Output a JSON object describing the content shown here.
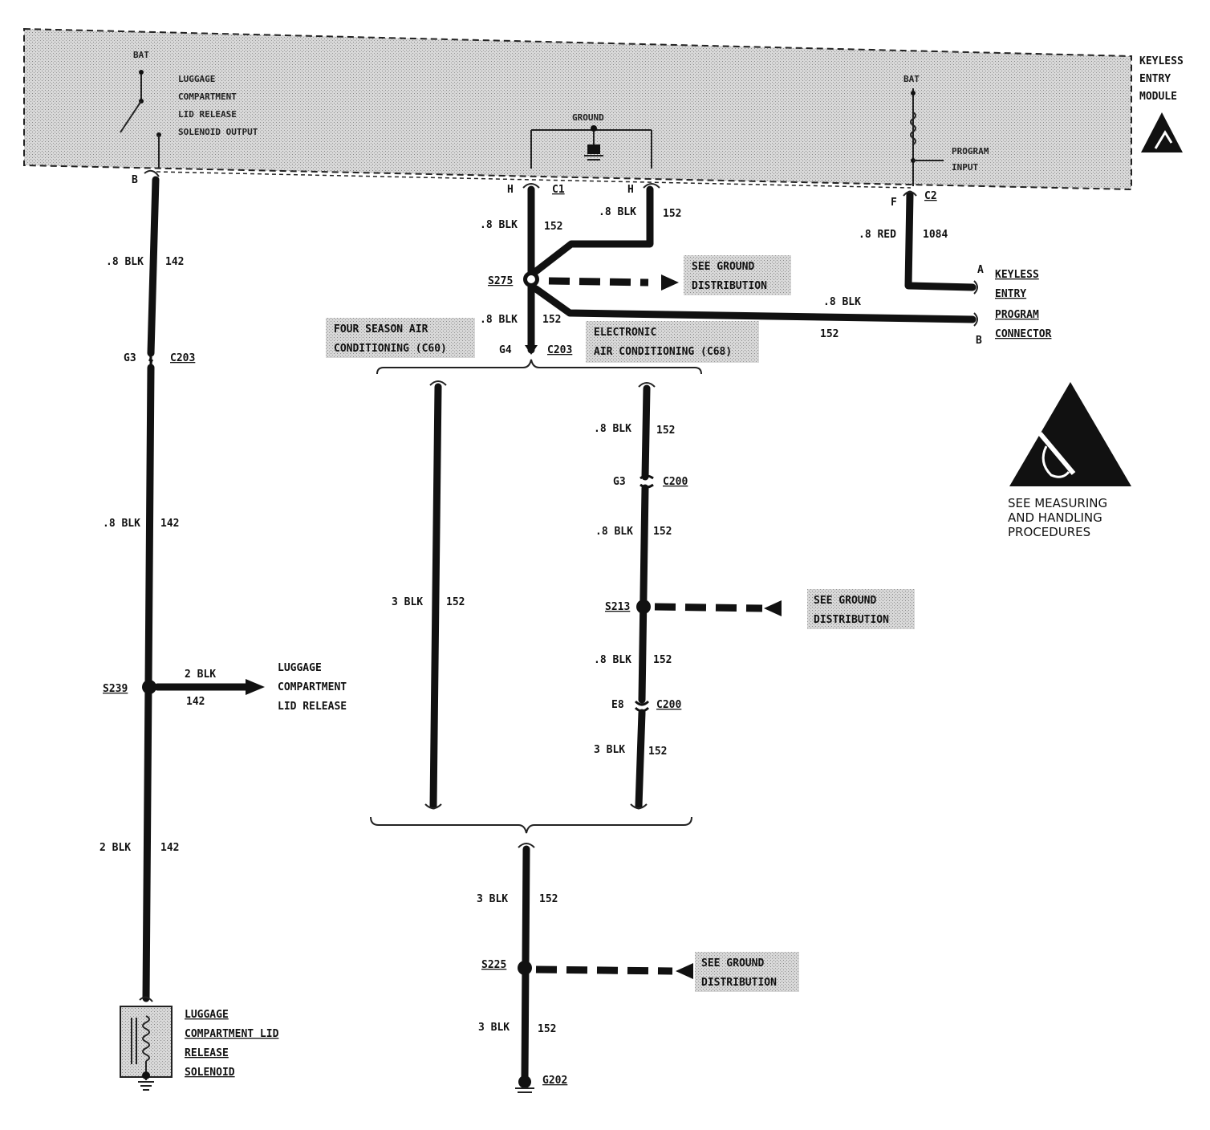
{
  "module": {
    "name_lines": [
      "KEYLESS",
      "ENTRY",
      "MODULE"
    ],
    "bat_left": "BAT",
    "solenoid_output_lines": [
      "LUGGAGE",
      "COMPARTMENT",
      "LID RELEASE",
      "SOLENOID OUTPUT"
    ],
    "ground": "GROUND",
    "bat_right": "BAT",
    "program_input_lines": [
      "PROGRAM",
      "INPUT"
    ]
  },
  "pins": {
    "b": "B",
    "h1": "H",
    "c1": "C1",
    "h2": "H",
    "f": "F",
    "c2": "C2"
  },
  "wires": {
    "w142_a_gauge": ".8 BLK",
    "w142_a_num": "142",
    "w142_b_gauge": ".8 BLK",
    "w142_b_num": "142",
    "w142_c_gauge": "2 BLK",
    "w142_c_num": "142",
    "w142_branch_gauge": "2 BLK",
    "w142_branch_num": "142",
    "w152_h1_gauge": ".8 BLK",
    "w152_h1_num": "152",
    "w152_h2_gauge": ".8 BLK",
    "w152_h2_num": "152",
    "w152_s275_gauge": ".8 BLK",
    "w152_s275_num": "152",
    "w152_conn_gauge": ".8 BLK",
    "w152_conn_num": "152",
    "w1084_gauge": ".8 RED",
    "w1084_num": "1084",
    "w152_c60_gauge": "3 BLK",
    "w152_c60_num": "152",
    "w152_c68_a_gauge": ".8 BLK",
    "w152_c68_a_num": "152",
    "w152_c68_b_gauge": ".8 BLK",
    "w152_c68_b_num": "152",
    "w152_c68_c_gauge": ".8 BLK",
    "w152_c68_c_num": "152",
    "w152_c68_d_gauge": "3 BLK",
    "w152_c68_d_num": "152",
    "w152_low_a_gauge": "3 BLK",
    "w152_low_a_num": "152",
    "w152_low_b_gauge": "3 BLK",
    "w152_low_b_num": "152"
  },
  "connectors": {
    "g3_left": "G3",
    "c203_left": "C203",
    "g4": "G4",
    "c203_mid": "C203",
    "g3_right": "G3",
    "c200_a": "C200",
    "e8": "E8",
    "c200_b": "C200"
  },
  "splices": {
    "s239": "S239",
    "s275": "S275",
    "s213": "S213",
    "s225": "S225"
  },
  "grounds": {
    "g202": "G202"
  },
  "notes": {
    "see_ground_1": [
      "SEE GROUND",
      "DISTRIBUTION"
    ],
    "see_ground_2": [
      "SEE GROUND",
      "DISTRIBUTION"
    ],
    "see_ground_3": [
      "SEE GROUND",
      "DISTRIBUTION"
    ],
    "four_season": [
      "FOUR SEASON AIR",
      "CONDITIONING  (C60)"
    ],
    "electronic_ac": [
      "ELECTRONIC",
      "AIR CONDITIONING (C68)"
    ],
    "keyless_program": [
      "KEYLESS",
      "ENTRY",
      "PROGRAM",
      "CONNECTOR"
    ],
    "conn_pin_a": "A",
    "conn_pin_b": "B",
    "lid_release": [
      "LUGGAGE",
      "COMPARTMENT",
      "LID RELEASE"
    ],
    "solenoid": [
      "LUGGAGE",
      "COMPARTMENT LID",
      "RELEASE",
      "SOLENOID"
    ],
    "esd_caption": [
      "SEE MEASURING",
      "AND HANDLING",
      "PROCEDURES"
    ]
  },
  "colors": {
    "ink": "#111111",
    "shade": "#d2d2d2"
  }
}
